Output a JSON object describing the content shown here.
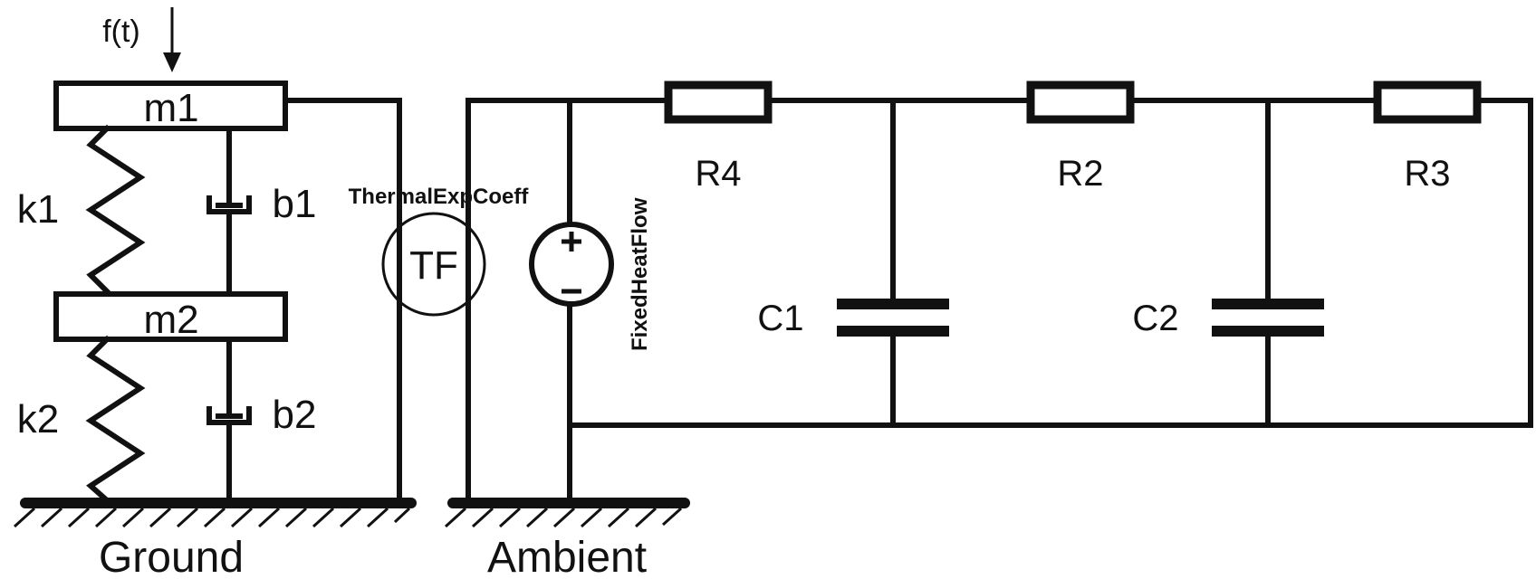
{
  "diagram": {
    "labels": {
      "force": "f(t)",
      "mass1": "m1",
      "mass2": "m2",
      "spring1": "k1",
      "spring2": "k2",
      "damper1": "b1",
      "damper2": "b2",
      "transformer_param": "ThermalExpCoeff",
      "transformer": "TF",
      "source": "FixedHeatFlow",
      "resistor_left": "R4",
      "resistor_mid": "R2",
      "resistor_right": "R3",
      "capacitor1": "C1",
      "capacitor2": "C2",
      "ground_left": "Ground",
      "ground_right": "Ambient"
    }
  }
}
